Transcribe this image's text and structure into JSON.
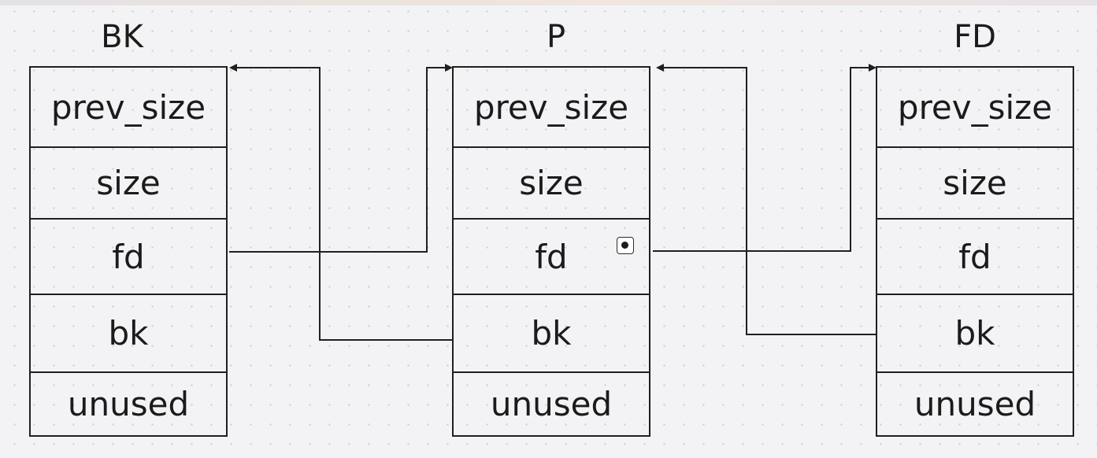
{
  "chunks": [
    {
      "title": "BK",
      "fields": [
        "prev_size",
        "size",
        "fd",
        "bk",
        "unused"
      ]
    },
    {
      "title": "P",
      "fields": [
        "prev_size",
        "size",
        "fd",
        "bk",
        "unused"
      ]
    },
    {
      "title": "FD",
      "fields": [
        "prev_size",
        "size",
        "fd",
        "bk",
        "unused"
      ]
    }
  ],
  "links": [
    {
      "from": "BK.fd",
      "to": "P"
    },
    {
      "from": "P.bk",
      "to": "BK"
    },
    {
      "from": "P.fd",
      "to": "FD"
    },
    {
      "from": "FD.bk",
      "to": "P"
    }
  ],
  "colors": {
    "line": "#1f1f1f",
    "background": "#f3f3f5",
    "grid_dot": "#c9cbd1"
  }
}
